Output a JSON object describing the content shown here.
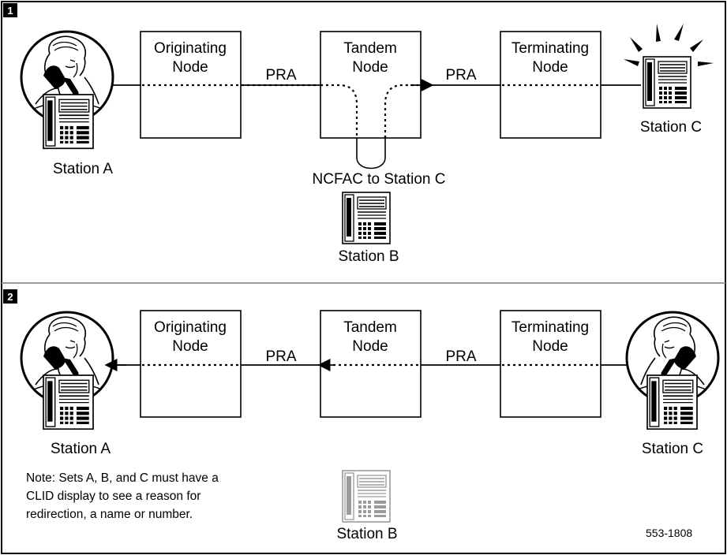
{
  "panel1": {
    "badge": "1",
    "nodes": {
      "originating": [
        "Originating",
        "Node"
      ],
      "tandem": [
        "Tandem",
        "Node"
      ],
      "terminating": [
        "Terminating",
        "Node"
      ]
    },
    "links": [
      "PRA",
      "PRA"
    ],
    "stations": {
      "a": "Station A",
      "b": "Station B",
      "c": "Station C"
    },
    "redirect_label": "NCFAC to Station C"
  },
  "panel2": {
    "badge": "2",
    "nodes": {
      "originating": [
        "Originating",
        "Node"
      ],
      "tandem": [
        "Tandem",
        "Node"
      ],
      "terminating": [
        "Terminating",
        "Node"
      ]
    },
    "links": [
      "PRA",
      "PRA"
    ],
    "stations": {
      "a": "Station A",
      "b": "Station B",
      "c": "Station C"
    },
    "note": [
      "Note: Sets A, B, and C must have a",
      "CLID display to see a reason for",
      "redirection, a name or number."
    ],
    "figure_id": "553-1808"
  },
  "colors": {
    "line": "#000000",
    "divider": "#9a9a9a",
    "faded": "#9a9a9a"
  },
  "icons": [
    "phone-set-icon",
    "person-on-phone-icon",
    "ringing-icon",
    "arrow-icon"
  ]
}
